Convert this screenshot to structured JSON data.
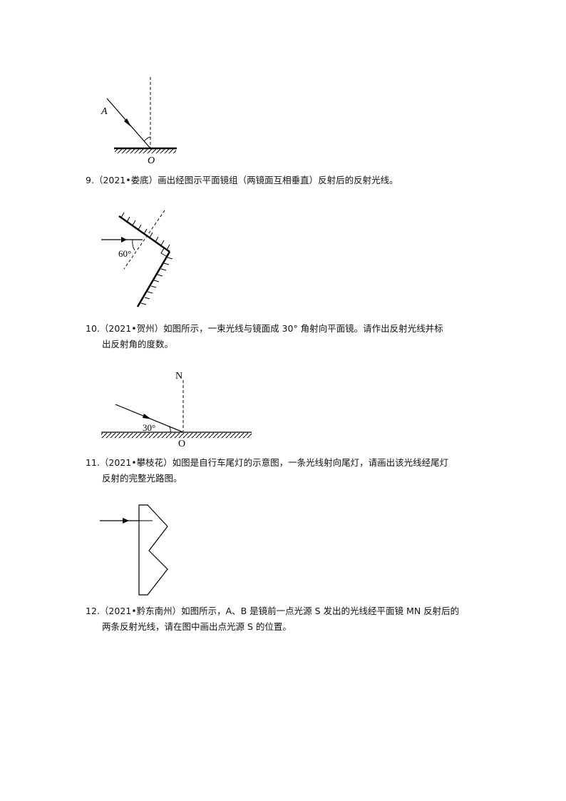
{
  "figure_a": {
    "point_a": "A",
    "point_o": "O"
  },
  "q9": {
    "number": "9.",
    "source": "（2021•娄底）",
    "text": "画出经图示平面镜组（两镜面互相垂直）反射后的反射光线。"
  },
  "figure_9": {
    "angle_label": "60°"
  },
  "q10": {
    "number": "10.",
    "source": "（2021•贺州）",
    "line1": "如图所示，一束光线与镜面成 30° 角射向平面镜。请作出反射光线并标",
    "line2": "出反射角的度数。"
  },
  "figure_10": {
    "normal_label": "N",
    "angle_label": "30°",
    "point_o": "O"
  },
  "q11": {
    "number": "11.",
    "source": "（2021•攀枝花）",
    "line1": "如图是自行车尾灯的示意图，一条光线射向尾灯，请画出该光线经尾灯",
    "line2": "反射的完整光路图。"
  },
  "q12": {
    "number": "12.",
    "source": "（2021•黔东南州）",
    "line1": "如图所示，A、B 是镜前一点光源 S 发出的光线经平面镜 MN 反射后的",
    "line2": "两条反射光线，请在图中画出点光源 S 的位置。"
  }
}
